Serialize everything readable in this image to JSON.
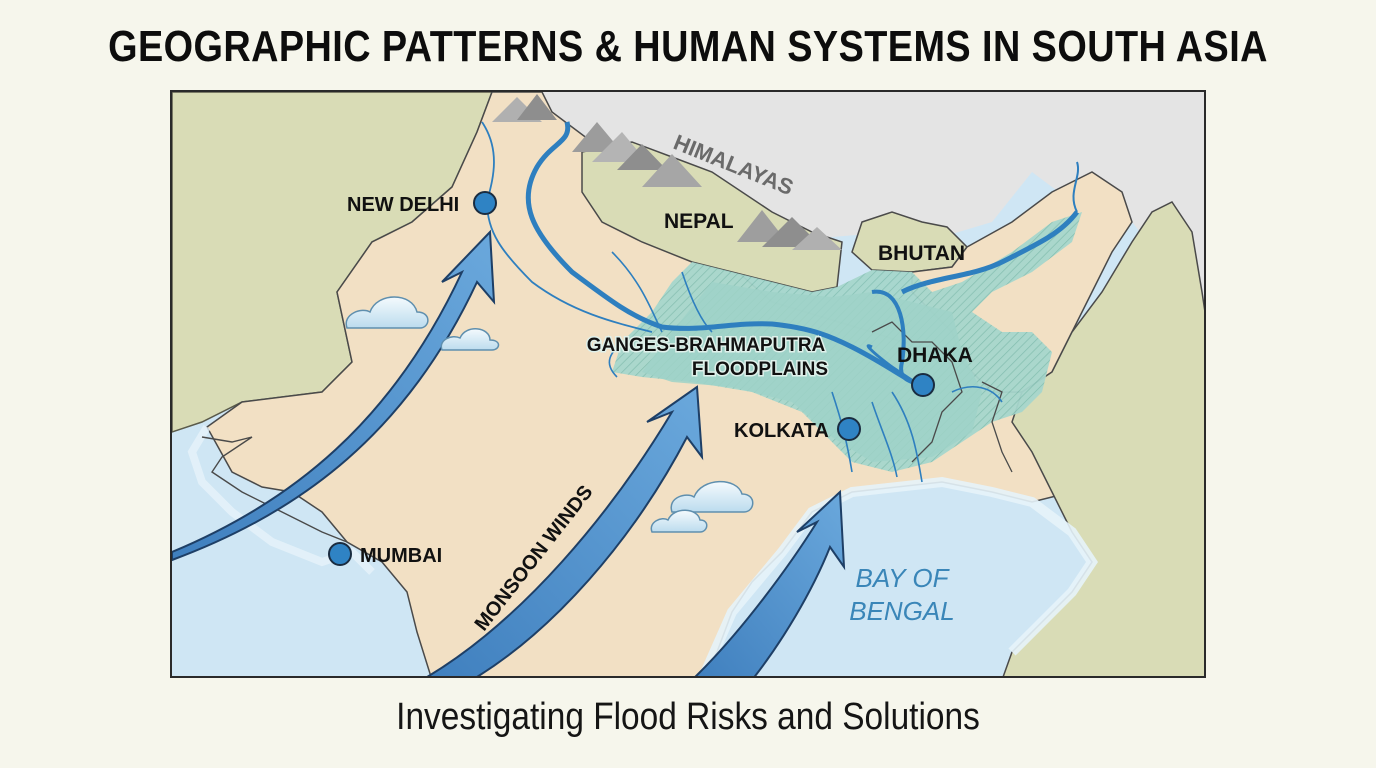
{
  "header": {
    "title": "GEOGRAPHIC PATTERNS & HUMAN SYSTEMS IN SOUTH ASIA"
  },
  "footer": {
    "subtitle": "Investigating Flood Risks and Solutions"
  },
  "map": {
    "colors": {
      "land_india": "#f2e0c4",
      "land_neighbors": "#d9dcb6",
      "land_north": "#e4e4e4",
      "sea": "#cfe6f4",
      "coast_glow": "#e6f3fa",
      "floodplain": "#9fd2c8",
      "river": "#2e7fbf",
      "arrow_fill": "#5b9bd3",
      "arrow_stroke": "#1e3f66",
      "city_dot": "#2f83c4",
      "mountain": "#9a9a9a",
      "border": "#4a4a4a",
      "sea_label": "#3a86b8"
    },
    "regions": {
      "himalayas": "HIMALAYAS",
      "nepal": "NEPAL",
      "bhutan": "BHUTAN",
      "floodplains_line1": "GANGES-BRAHMAPUTRA",
      "floodplains_line2": "FLOODPLAINS",
      "bay_line1": "BAY OF",
      "bay_line2": "BENGAL",
      "monsoon": "MONSOON WINDS"
    },
    "cities": [
      {
        "name": "NEW DELHI"
      },
      {
        "name": "DHAKA"
      },
      {
        "name": "KOLKATA"
      },
      {
        "name": "MUMBAI"
      }
    ]
  }
}
